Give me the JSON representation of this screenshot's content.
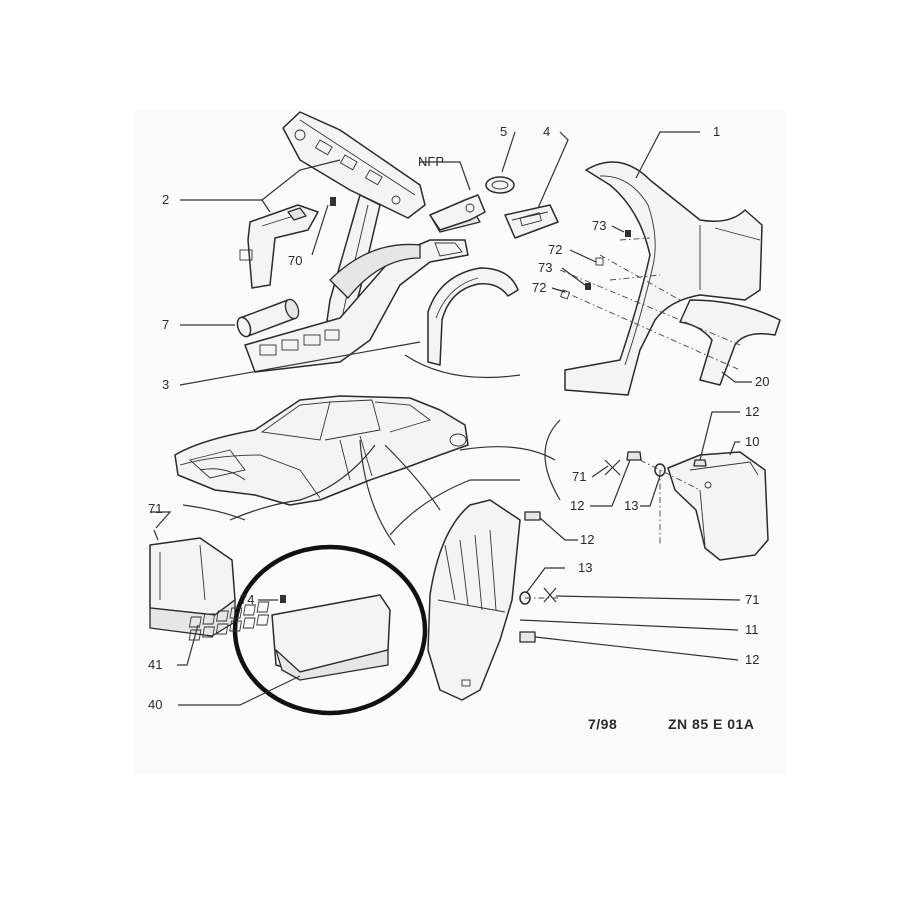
{
  "labels": {
    "l1": "1",
    "l2": "2",
    "l3": "3",
    "l4": "4",
    "l5": "5",
    "l7": "7",
    "l10": "10",
    "l11": "11",
    "l12a": "12",
    "l12b": "12",
    "l12c": "12",
    "l12d": "12",
    "l13a": "13",
    "l13b": "13",
    "l20": "20",
    "l40": "40",
    "l41": "41",
    "l70": "70",
    "l71a": "71",
    "l71b": "71",
    "l71c": "71",
    "l72a": "72",
    "l72b": "72",
    "l73a": "73",
    "l73b": "73",
    "l74": "74",
    "nfp": "NFP"
  },
  "footer": {
    "date": "7/98",
    "ref": "ZN 85 E 01A"
  }
}
